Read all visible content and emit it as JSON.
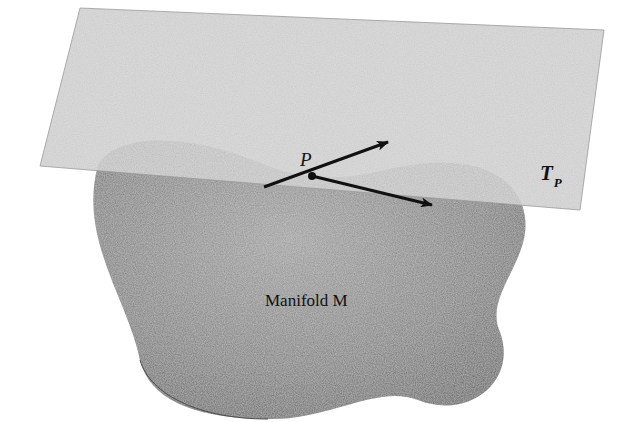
{
  "diagram": {
    "labels": [
      "P",
      "T",
      "P",
      "Manifold M"
    ]
  }
}
